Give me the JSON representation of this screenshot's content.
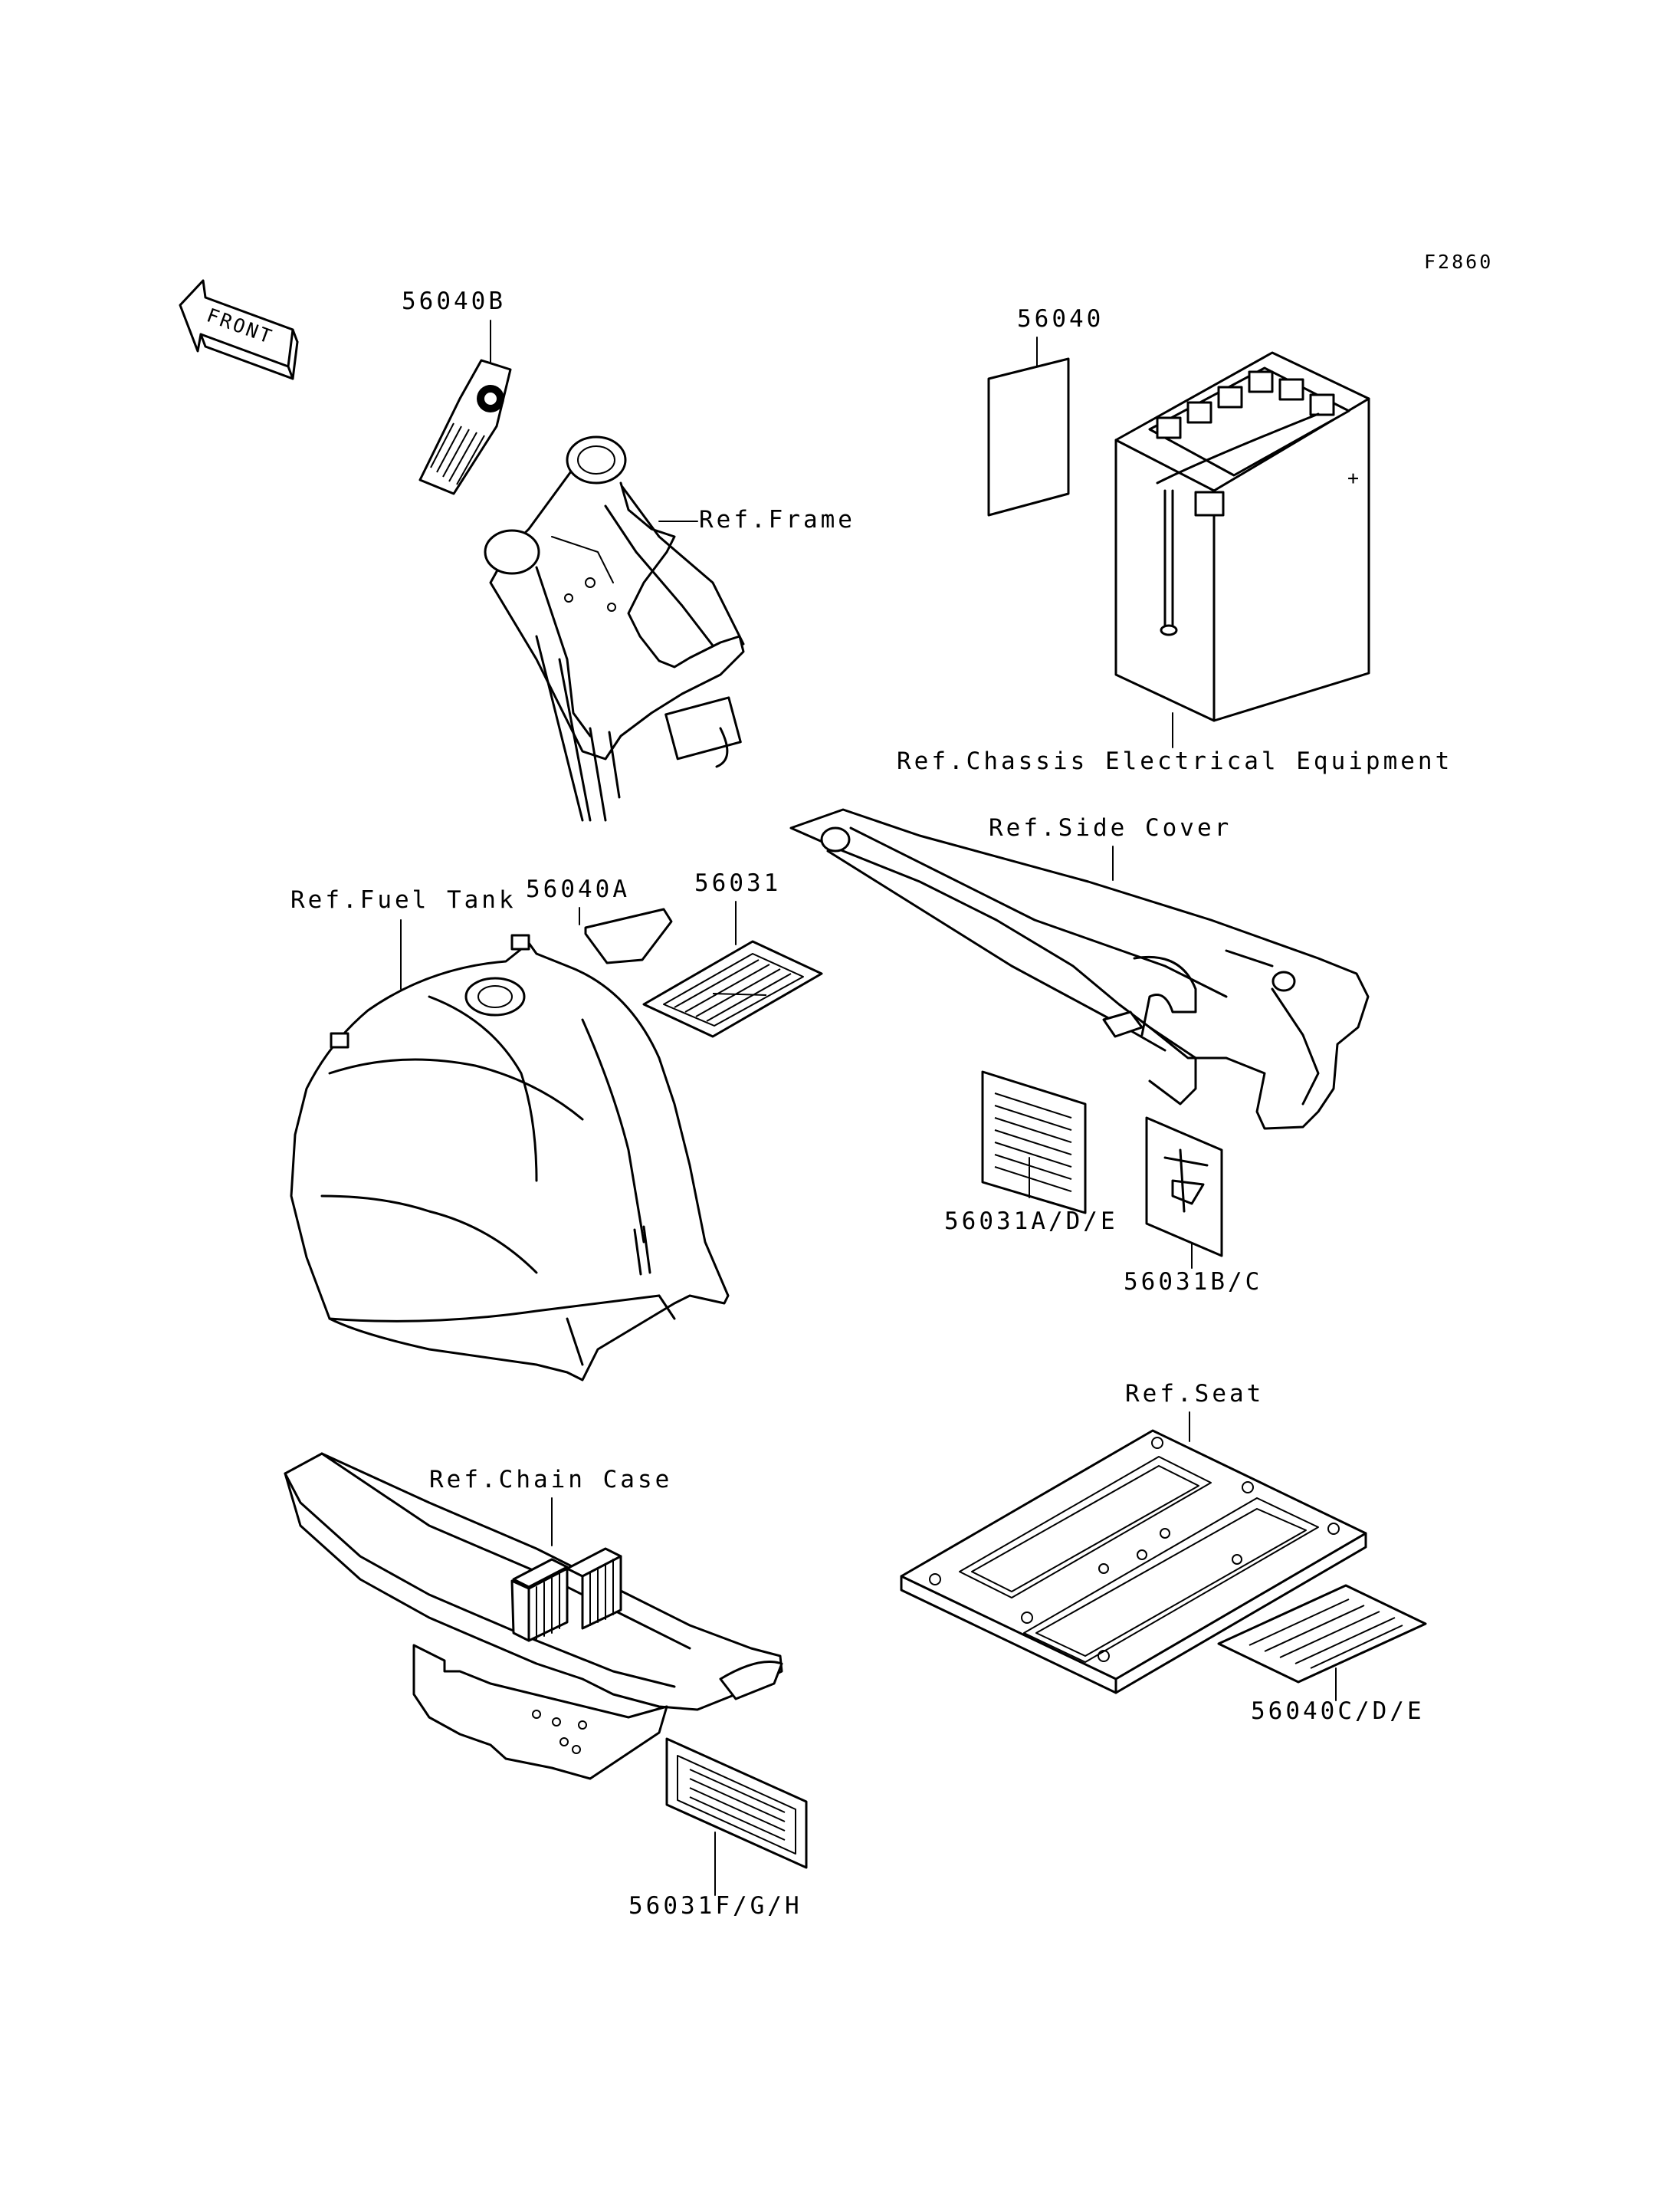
{
  "figure_code": "F2860",
  "front_arrow": {
    "text": "FRONT",
    "icon": "front-direction-arrow-icon"
  },
  "parts": {
    "p56040B": "56040B",
    "p56040": "56040",
    "p56040A": "56040A",
    "p56031": "56031",
    "p56031ADE": "56031A/D/E",
    "p56031BC": "56031B/C",
    "p56040CDE": "56040C/D/E",
    "p56031FGH": "56031F/G/H"
  },
  "references": {
    "frame": "Ref.Frame",
    "chassis": "Ref.Chassis Electrical Equipment",
    "side_cover": "Ref.Side Cover",
    "fuel_tank": "Ref.Fuel Tank",
    "seat": "Ref.Seat",
    "chain_case": "Ref.Chain Case"
  },
  "component_icons": [
    "frame-icon",
    "battery-icon",
    "side-cover-icon",
    "fuel-tank-icon",
    "seat-icon",
    "chain-case-icon",
    "label-icon"
  ]
}
